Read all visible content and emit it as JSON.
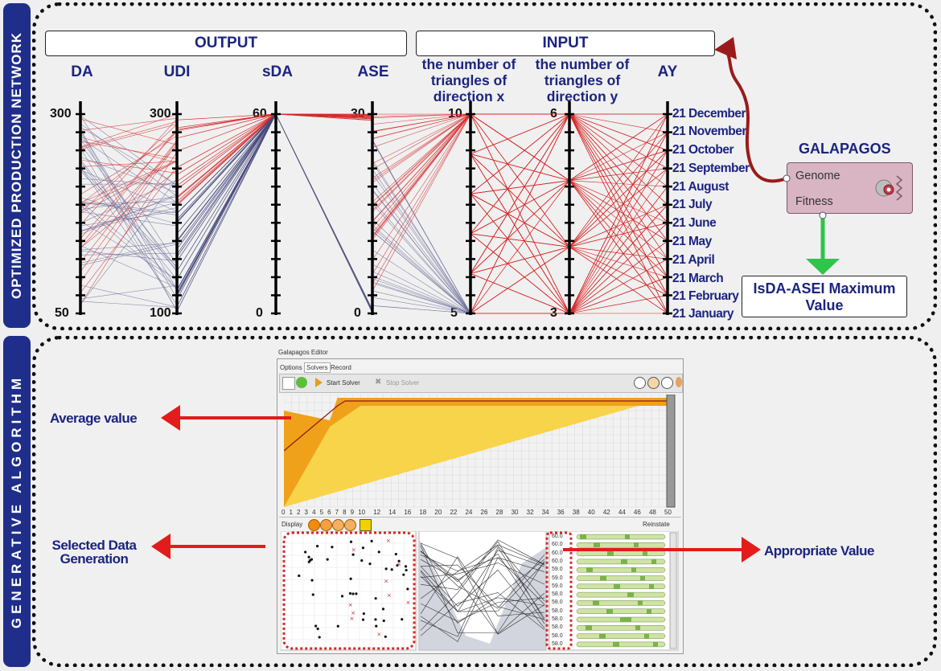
{
  "side_tabs": {
    "top": "OPTIMIZED PRODUCTION NETWORK",
    "bottom": "GENERATIVE ALGORITHM"
  },
  "headers": {
    "output": "OUTPUT",
    "input": "INPUT"
  },
  "axes": [
    {
      "label": "DA",
      "max": "300",
      "min": "50"
    },
    {
      "label": "UDI",
      "max": "300",
      "min": "100"
    },
    {
      "label": "sDA",
      "max": "60",
      "min": "0"
    },
    {
      "label": "ASE",
      "max": "30",
      "min": "0"
    },
    {
      "label": "the number of triangles of direction x",
      "max": "10",
      "min": "5"
    },
    {
      "label": "the number of triangles of direction y",
      "max": "6",
      "min": "3"
    },
    {
      "label": "AY",
      "max": "",
      "min": ""
    }
  ],
  "months": [
    "21 December",
    "21 November",
    "21 October",
    "21 September",
    "21 August",
    "21 July",
    "21 June",
    "21 May",
    "21 April",
    "21 March",
    "21 February",
    "21 January"
  ],
  "galapagos": {
    "title": "GALAPAGOS",
    "genome": "Genome",
    "fitness": "Fitness",
    "objective": "IsDA-ASEI Maximum Value"
  },
  "editor": {
    "window_title": "Galapagos Editor",
    "tabs": [
      "Options",
      "Solvers",
      "Record"
    ],
    "start_solver": "Start Solver",
    "stop_solver": "Stop Solver",
    "display": "Display",
    "reinstate": "Reinstate",
    "x_ticks": [
      "0",
      "1",
      "2",
      "3",
      "4",
      "5",
      "6",
      "7",
      "8",
      "9",
      "10",
      "12",
      "14",
      "16",
      "18",
      "20",
      "22",
      "24",
      "26",
      "28",
      "30",
      "32",
      "34",
      "36",
      "38",
      "40",
      "42",
      "44",
      "46",
      "48",
      "50"
    ],
    "values": [
      "60.0",
      "60.0",
      "60.0",
      "60.0",
      "59.0",
      "59.0",
      "59.0",
      "58.0",
      "58.0",
      "58.0",
      "58.0",
      "58.0",
      "58.0",
      "58.0"
    ]
  },
  "callouts": {
    "average": "Average value",
    "selected": "Selected Data Generation",
    "appropriate": "Appropriate Value"
  },
  "colors": {
    "navy": "#1b2480",
    "red_line": "#d62828",
    "grey_line": "#6d6f9a",
    "arrow_red": "#e31b1b",
    "arrow_green": "#2fc44a",
    "galapagos_body": "#d9b5c4",
    "fitness_orange": "#f0a11a"
  }
}
